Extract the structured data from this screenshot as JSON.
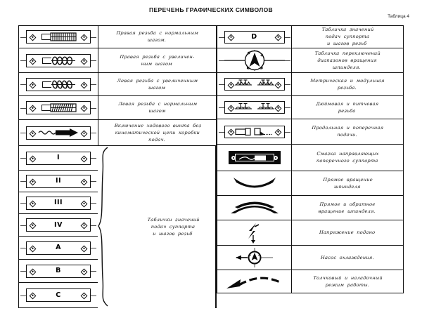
{
  "header": {
    "title": "ПЕРЕЧЕНЬ ГРАФИЧЕСКИХ СИМВОЛОВ",
    "table_number": "Таблица 4"
  },
  "colors": {
    "ink": "#111111",
    "paper": "#ffffff",
    "fill_black": "#0b0b0b"
  },
  "left_column": {
    "rows": [
      {
        "icon": "thread-plate-right-normal-pitch",
        "icon_label": "",
        "text": "Правая   резьба   с  нормальным\nшагом."
      },
      {
        "icon": "thread-plate-right-increased-pitch",
        "icon_label": "",
        "text": "Правая   резьба   с  увеличен-\nным       шагом"
      },
      {
        "icon": "thread-plate-left-increased-pitch",
        "icon_label": "",
        "text": "Левая   резьба     с  увеличенным\nшагом"
      },
      {
        "icon": "thread-plate-left-normal-pitch",
        "icon_label": "",
        "text": "Левая   резьба  с  нормальным\nшагом"
      },
      {
        "icon": "lead-screw-engage-plate",
        "icon_label": "",
        "text": "Включение  ходового винта  без\nкинематической   цепи коробки\nподач."
      },
      {
        "icon": "index-plate",
        "icon_label": "I",
        "text": ""
      },
      {
        "icon": "index-plate",
        "icon_label": "II",
        "text": ""
      },
      {
        "icon": "index-plate",
        "icon_label": "III",
        "text": ""
      },
      {
        "icon": "index-plate",
        "icon_label": "IV",
        "text": ""
      },
      {
        "icon": "index-plate",
        "icon_label": "A",
        "text": ""
      },
      {
        "icon": "index-plate",
        "icon_label": "B",
        "text": ""
      },
      {
        "icon": "index-plate",
        "icon_label": "C",
        "text": ""
      }
    ],
    "brace_group": {
      "text": "Таблички значений\nподач  суппорта\nи шагов резьб",
      "spans_rows": "6-12"
    }
  },
  "right_column": {
    "rows": [
      {
        "icon": "index-plate",
        "icon_label": "D",
        "text": "Табличка  значений\nподач  суппорта\nи шагов резьб"
      },
      {
        "icon": "spindle-range-dial",
        "icon_label": "",
        "text": "Табличка   переключений\nдиапазонов   вращения\nшпинделя."
      },
      {
        "icon": "metric-module-thread-plate",
        "icon_label": "",
        "text": "Метрическая   и  модульная\nрезьба."
      },
      {
        "icon": "inch-pitch-thread-plate",
        "icon_label": "",
        "text": "Дюймовая   и  питчевая\nрезьба"
      },
      {
        "icon": "longitudinal-cross-feed-plate",
        "icon_label": "",
        "text": "Продольная   и  поперечная\nподачи."
      },
      {
        "icon": "cross-slide-lubrication-plate",
        "icon_label": "",
        "text": "Смазка    направляющих\nпоперечного     суппорта"
      },
      {
        "icon": "spindle-forward-rotation-arc",
        "icon_label": "",
        "text": "Прямое   вращение\nшпинделя"
      },
      {
        "icon": "spindle-forward-reverse-rotation-arc",
        "icon_label": "",
        "text": "Прямое   и  обратное\nвращение  шпинделя."
      },
      {
        "icon": "voltage-on-lightning",
        "icon_label": "",
        "text": "Напряжение  подано"
      },
      {
        "icon": "coolant-pump",
        "icon_label": "",
        "text": "Насос  охлаждения."
      },
      {
        "icon": "jog-setup-mode-arrow",
        "icon_label": "",
        "text": "Толчковый   и наладочный\nрежим  работы."
      }
    ]
  }
}
